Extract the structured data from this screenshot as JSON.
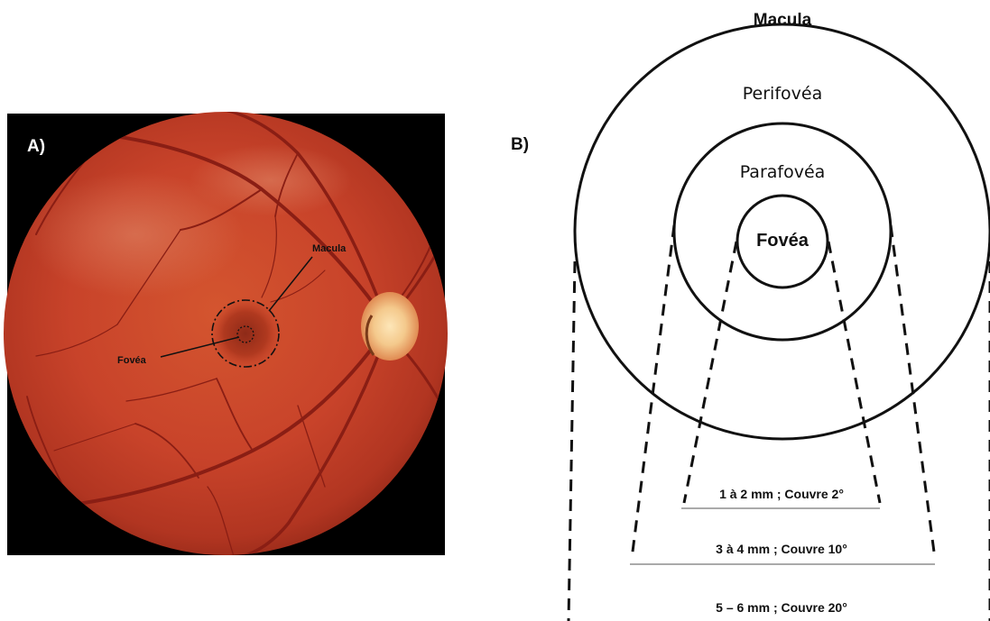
{
  "panel_a": {
    "label": "A)",
    "annotations": {
      "macula": "Macula",
      "fovea": "Fovéa"
    }
  },
  "panel_b": {
    "label": "B)",
    "title": "Macula",
    "rings": {
      "outer": "Perifovéa",
      "middle": "Parafovéa",
      "inner": "Fovéa"
    },
    "measurements": {
      "fovea": "1 à 2 mm ; Couvre 2°",
      "parafovea": "3 à 4 mm ; Couvre 10°",
      "perifovea": "5 – 6 mm ; Couvre 20°"
    }
  },
  "colors": {
    "fundus_background": "#000000",
    "fundus_red": "#c8432a",
    "fundus_dark": "#8e2616",
    "optic_disc": "#f4c98c",
    "vessel": "#8a1e14"
  }
}
